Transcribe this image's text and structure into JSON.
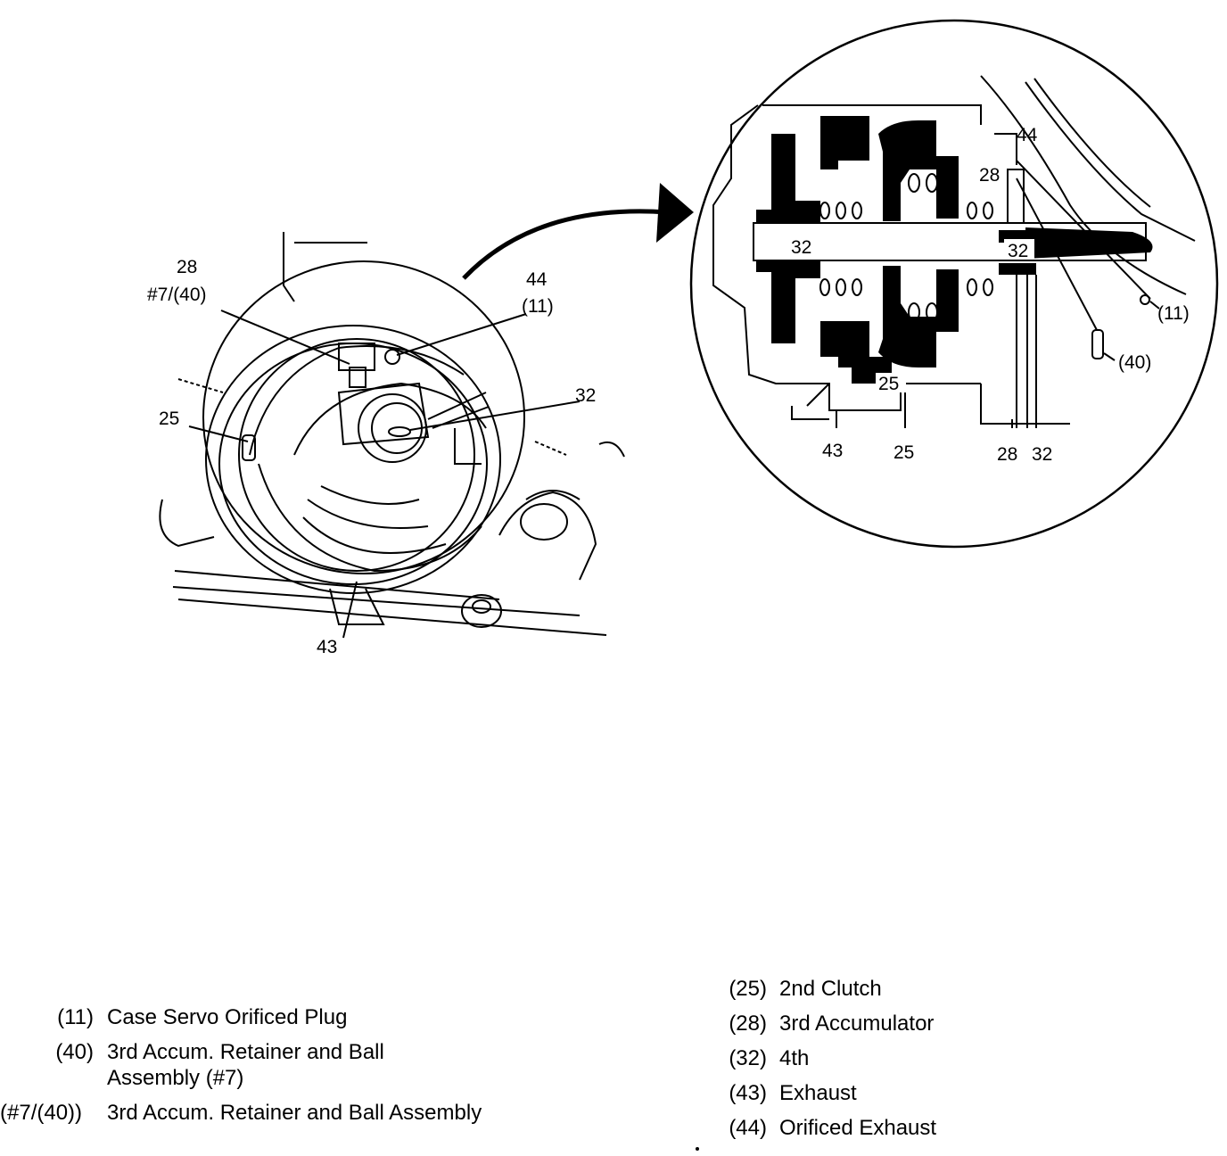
{
  "overview_labels": {
    "l28": "28",
    "l7_40": "#7/(40)",
    "l44": "44",
    "l11": "(11)",
    "l32": "32",
    "l25": "25",
    "l43": "43"
  },
  "detail_labels": {
    "l44": "44",
    "l28": "28",
    "l32_left": "32",
    "l32_right": "32",
    "l11": "(11)",
    "l40": "(40)",
    "l25_inner": "25",
    "b43": "43",
    "b25": "25",
    "b28": "28",
    "b32": "32"
  },
  "legend_left": [
    {
      "code": "(11)",
      "text": "Case Servo Orificed Plug"
    },
    {
      "code": "(40)",
      "text": "3rd Accum. Retainer and Ball\nAssembly (#7)"
    },
    {
      "code": "(#7/(40))",
      "text": "3rd Accum. Retainer and Ball Assembly"
    }
  ],
  "legend_right": [
    {
      "code": "(25)",
      "text": "2nd Clutch"
    },
    {
      "code": "(28)",
      "text": "3rd Accumulator"
    },
    {
      "code": "(32)",
      "text": "4th"
    },
    {
      "code": "(43)",
      "text": "Exhaust"
    },
    {
      "code": "(44)",
      "text": "Orificed Exhaust"
    }
  ]
}
